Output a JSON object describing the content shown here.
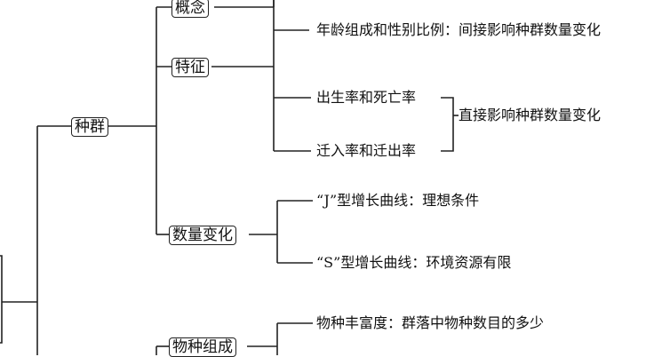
{
  "nodes": {
    "gainian": "概念",
    "tezheng": "特征",
    "zhongqun": "种群",
    "shuliang_bianhua": "数量变化",
    "wuzhong_zucheng": "物种组成"
  },
  "leaves": {
    "age_sex": "年龄组成和性别比例：间接影响种群数量变化",
    "birth_death": "出生率和死亡率",
    "migration": "迁入率和迁出率",
    "direct_effect": "直接影响种群数量变化",
    "j_curve": "“J”型增长曲线：理想条件",
    "s_curve": "“S”型增长曲线：环境资源有限",
    "richness": "物种丰富度：群落中物种数目的多少"
  }
}
